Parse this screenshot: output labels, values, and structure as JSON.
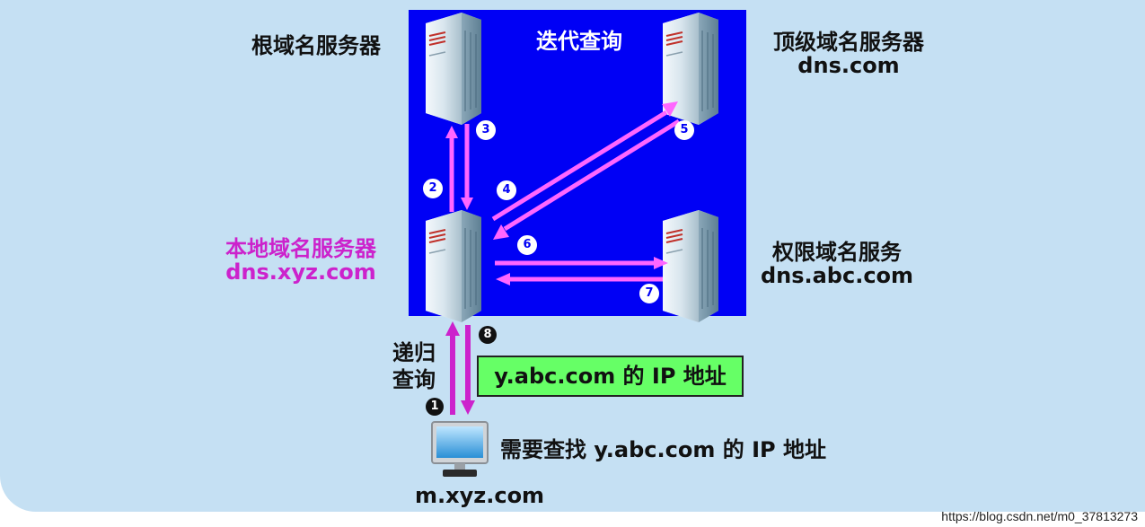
{
  "iterative_title": "迭代查询",
  "root_server": {
    "name": "根域名服务器"
  },
  "tld_server": {
    "name": "顶级域名服务器",
    "domain": "dns.com"
  },
  "local_server": {
    "name": "本地域名服务器",
    "domain": "dns.xyz.com"
  },
  "auth_server": {
    "name": "权限域名服务",
    "domain": "dns.abc.com"
  },
  "recursive_label": [
    "递归",
    "查询"
  ],
  "answer_box": "y.abc.com 的 IP 地址",
  "host": {
    "task": "需要查找 y.abc.com 的 IP 地址",
    "name": "m.xyz.com"
  },
  "steps": {
    "s1": "1",
    "s2": "2",
    "s3": "3",
    "s4": "4",
    "s5": "5",
    "s6": "6",
    "s7": "7",
    "s8": "8"
  },
  "watermark": "https://blog.csdn.net/m0_37813273",
  "colors": {
    "background": "#c5e0f3",
    "iterative_box": "#0000f5",
    "arrow": "#ff66ff",
    "recursive_arrow": "#cc22cc",
    "answer_box": "#66ff66"
  }
}
